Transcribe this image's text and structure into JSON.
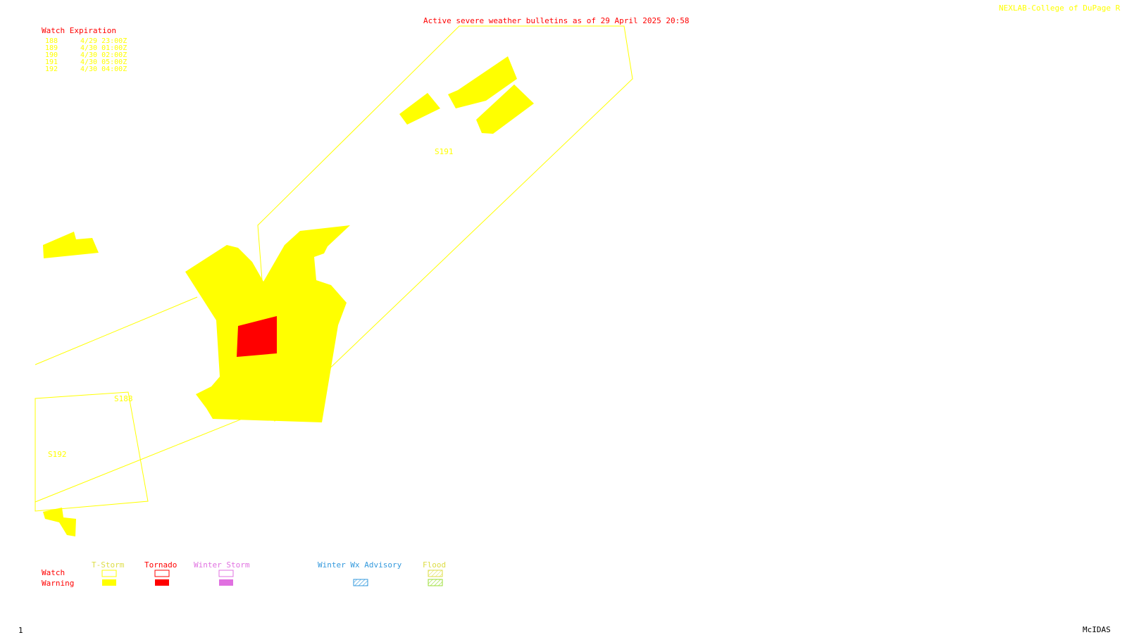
{
  "header": {
    "credit": "NEXLAB-College of DuPage R",
    "title": "Active severe weather bulletins as of 29 April 2025 20:58"
  },
  "watch_expiration": {
    "heading": "Watch Expiration",
    "rows": [
      {
        "num": "188",
        "time": "4/29 23:00Z"
      },
      {
        "num": "189",
        "time": "4/30 01:00Z"
      },
      {
        "num": "190",
        "time": "4/30 02:00Z"
      },
      {
        "num": "191",
        "time": "4/30 05:00Z"
      },
      {
        "num": "192",
        "time": "4/30 04:00Z"
      }
    ]
  },
  "map_labels": {
    "s191": "S191",
    "s188": "S188",
    "s192": "S192"
  },
  "legend": {
    "row_watch": "Watch",
    "row_warning": "Warning",
    "columns": [
      {
        "label": "T-Storm",
        "color": "#ffff00"
      },
      {
        "label": "Tornado",
        "color": "#ff0000"
      },
      {
        "label": "Winter Storm",
        "color": "#e070e0"
      },
      {
        "label": "Winter Wx Advisory",
        "color": "#3399dd"
      },
      {
        "label": "Flood",
        "color": "#99dd33"
      }
    ]
  },
  "footer": {
    "frame_number": "1",
    "software": "McIDAS"
  },
  "colors": {
    "tstorm": "#ffff00",
    "tornado": "#ff0000",
    "winter_storm": "#e070e0",
    "winter_advisory": "#3399dd",
    "flood": "#99dd33",
    "text_red": "#ff0000",
    "background": "#ffffff"
  }
}
